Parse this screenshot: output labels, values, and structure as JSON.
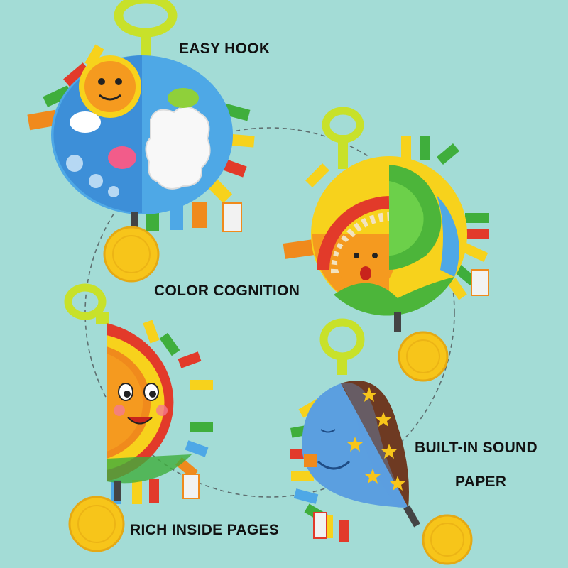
{
  "captions": {
    "easy_hook": "EASY HOOK",
    "color_cognition": "COLOR COGNITION",
    "built_in_sound_line1": "BUILT-IN SOUND",
    "built_in_sound_line2": "PAPER",
    "rich_inside_pages": "RICH INSIDE PAGES"
  },
  "colors": {
    "background": "#a3dcd6",
    "hook_ring": "#c8e12a",
    "teether": "#f7c51a",
    "sun_orange": "#f59a1f",
    "sky_blue": "#4ea8e6",
    "moon_blue": "#5b9fe0",
    "leaf_green": "#4cb53a"
  },
  "product_views": [
    {
      "name": "round-sun-book"
    },
    {
      "name": "open-sun-book"
    },
    {
      "name": "half-sun-book"
    },
    {
      "name": "half-moon-book"
    }
  ]
}
